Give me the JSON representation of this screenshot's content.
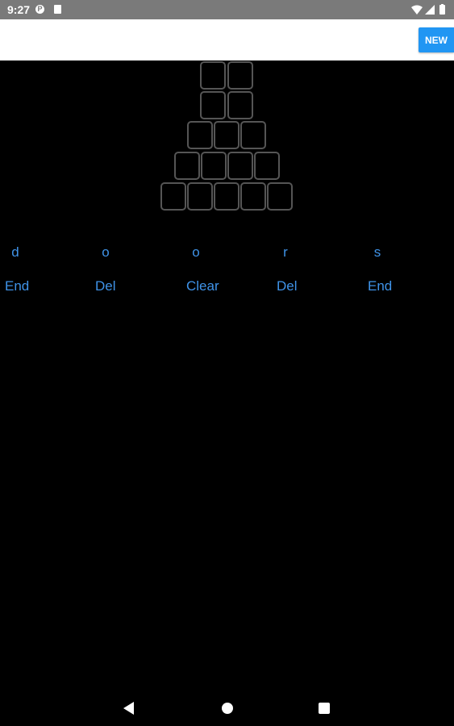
{
  "status_bar": {
    "time": "9:27",
    "icons": [
      "p-notification-icon",
      "sd-card-icon",
      "wifi-icon",
      "signal-icon",
      "battery-icon"
    ]
  },
  "app_bar": {
    "new_label": "NEW",
    "accent_color": "#2196f3"
  },
  "letters": [
    "d",
    "o",
    "o",
    "r",
    "s"
  ],
  "actions": [
    "End",
    "Del",
    "Clear",
    "Del",
    "End"
  ],
  "colors": {
    "text_accent": "#3f93e8",
    "tile_border": "#555555",
    "background": "#000000"
  },
  "nav_bar": {
    "icons": [
      "back-icon",
      "home-icon",
      "recent-apps-icon"
    ]
  }
}
